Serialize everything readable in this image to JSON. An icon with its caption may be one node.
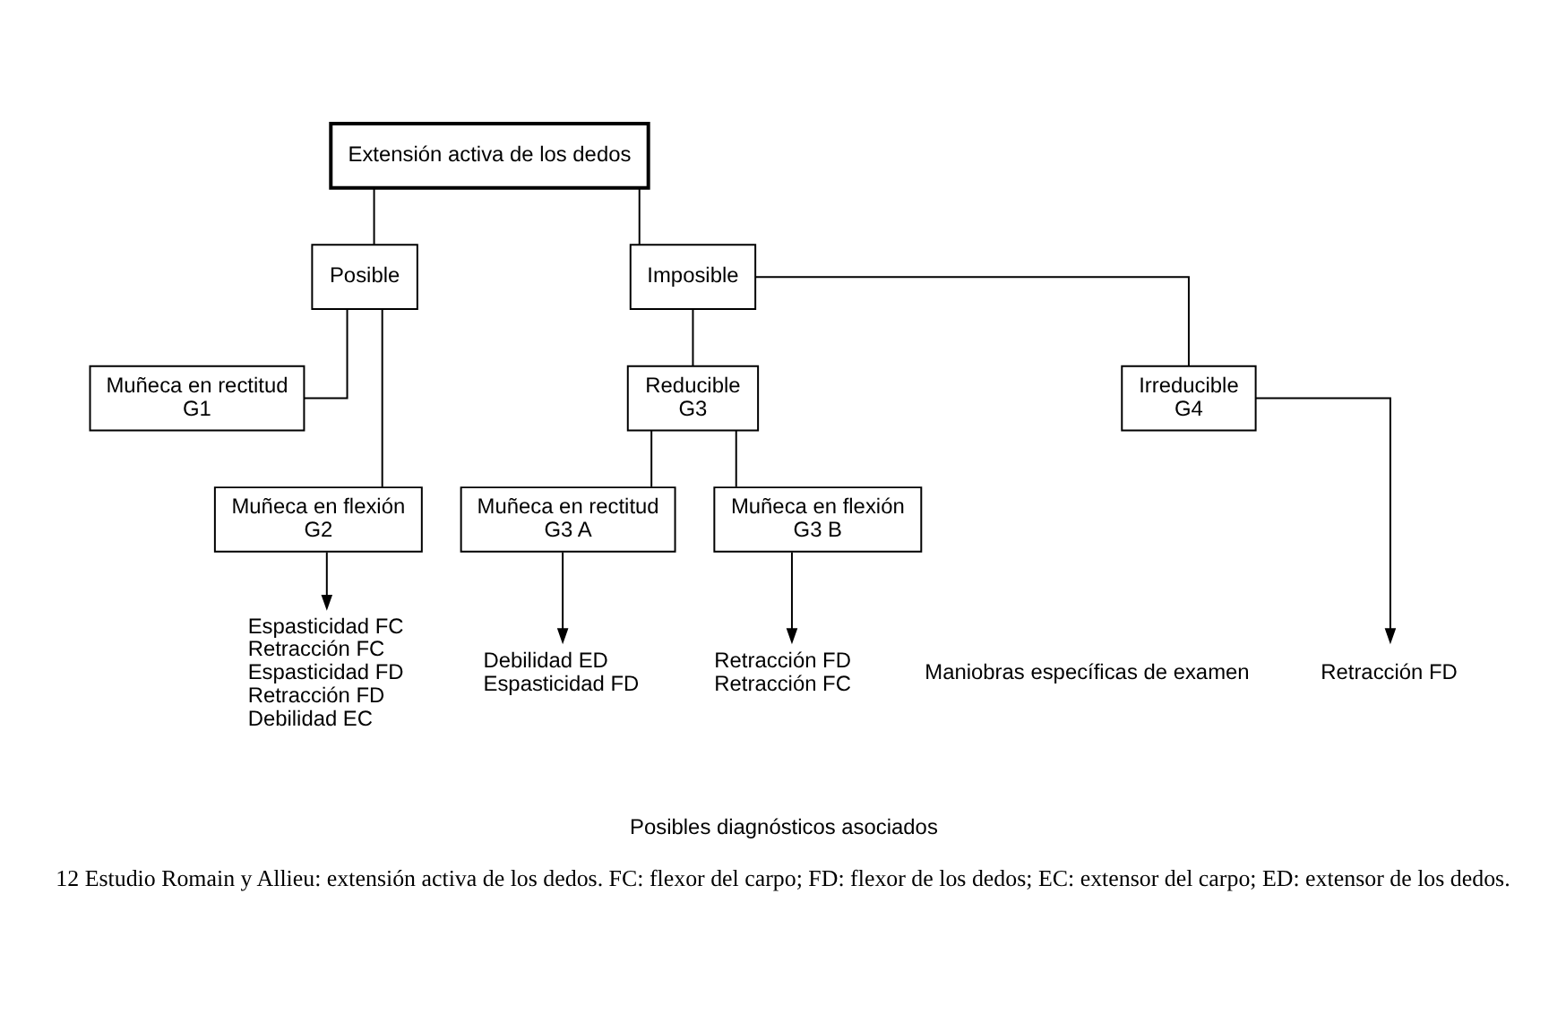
{
  "diagram": {
    "caption": "12 Estudio Romain y Allieu: extensión activa de los dedos. FC: flexor del carpo; FD: flexor de los dedos; EC: extensor del carpo; ED: extensor de los dedos.",
    "nodes": [
      {
        "text": [
          "Extensión activa de los dedos"
        ]
      },
      {
        "text": [
          "Posible"
        ]
      },
      {
        "text": [
          "Imposible"
        ]
      },
      {
        "text": [
          "Muñeca en rectitud",
          "G1"
        ]
      },
      {
        "text": [
          "Muñeca en flexión",
          "G2"
        ]
      },
      {
        "text": [
          "Reducible",
          "G3"
        ]
      },
      {
        "text": [
          "Irreducible",
          "G4"
        ]
      },
      {
        "text": [
          "Muñeca en rectitud",
          "G3 A"
        ]
      },
      {
        "text": [
          "Muñeca en flexión",
          "G3 B"
        ]
      },
      {
        "text": [
          "Espasticidad FC",
          "Retracción FC",
          "Espasticidad FD",
          "Retracción FD",
          "Debilidad EC"
        ]
      },
      {
        "text": [
          "Debilidad ED",
          "Espasticidad FD"
        ]
      },
      {
        "text": [
          "Retracción FD",
          "Retracción FC"
        ]
      },
      {
        "text": [
          "Retracción FD"
        ]
      }
    ],
    "edges": [
      {
        "from": 0,
        "to": 1,
        "arrow": "none"
      },
      {
        "from": 0,
        "to": 2,
        "arrow": "none"
      },
      {
        "from": 1,
        "to": 3,
        "arrow": "none"
      },
      {
        "from": 1,
        "to": 4,
        "arrow": "none"
      },
      {
        "from": 2,
        "to": 5,
        "arrow": "none"
      },
      {
        "from": 2,
        "to": 6,
        "arrow": "none"
      },
      {
        "from": 5,
        "to": 7,
        "arrow": "none"
      },
      {
        "from": 5,
        "to": 8,
        "arrow": "none"
      },
      {
        "from": 4,
        "to": 9,
        "arrow": "to"
      },
      {
        "from": 7,
        "to": 10,
        "arrow": "to"
      },
      {
        "from": 8,
        "to": 11,
        "arrow": "to"
      },
      {
        "from": 6,
        "to": 12,
        "arrow": "to"
      }
    ],
    "labels": [
      "Maniobras específicas de examen",
      "Posibles diagnósticos asociados"
    ]
  }
}
